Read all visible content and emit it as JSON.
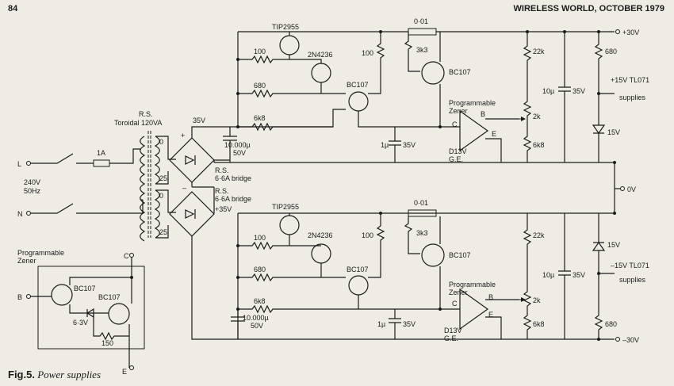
{
  "header": {
    "page_number": "84",
    "journal": "WIRELESS WORLD, OCTOBER 1979"
  },
  "caption": {
    "fig": "Fig.5.",
    "title": "Power supplies"
  },
  "mains": {
    "live": "L",
    "neutral": "N",
    "voltage": "240V",
    "freq": "50Hz",
    "fuse": "1A"
  },
  "transformer": {
    "maker": "R.S.",
    "type": "Toroidal 120VA",
    "tap0_a": "0",
    "tap25_a": "25",
    "tap0_b": "0",
    "tap25_b": "25"
  },
  "bridge_a": {
    "maker": "R.S.",
    "rating": "6·6A bridge",
    "plus": "+",
    "minus": "–"
  },
  "bridge_b": {
    "maker": "R.S.",
    "rating": "6·6A bridge",
    "plus": "+",
    "minus": "–"
  },
  "upper": {
    "dc": "35V",
    "filter_cap": "10.000µ",
    "filter_cap_v": "50V",
    "r1": "100",
    "r2": "680",
    "r3": "6k8",
    "r4": "100",
    "r5": "3k3",
    "rsense": "0·01",
    "t1": "TIP2955",
    "t2": "2N4236",
    "t3": "BC107",
    "t4": "BC107",
    "cap_small": "1µ",
    "cap_small_v": "35V",
    "zener_label1": "Programmable",
    "zener_label2": "Zener",
    "pin_b": "B",
    "pin_c": "C",
    "pin_e": "E",
    "pz_part": "D13V",
    "pz_maker": "G.E.",
    "r_top": "22k",
    "pot": "2k",
    "r_bot": "6k8",
    "out_cap": "10µ",
    "out_cap_v": "35V",
    "r_load": "680",
    "zener_v": "15V",
    "out": "+30V",
    "tl071": "+15V TL071",
    "supplies": "supplies"
  },
  "lower": {
    "dc": "+35V",
    "filter_cap": "10.000µ",
    "filter_cap_v": "50V",
    "r1": "100",
    "r2": "680",
    "r3": "6k8",
    "r4": "100",
    "r5": "3k3",
    "rsense": "0·01",
    "t1": "TIP2955",
    "t2": "2N4236",
    "t3": "BC107",
    "t4": "BC107",
    "cap_small": "1µ",
    "cap_small_v": "35V",
    "zener_label1": "Programmable",
    "zener_label2": "Zener",
    "pin_b": "B",
    "pin_c": "C",
    "pin_e": "E",
    "pz_part": "D13V",
    "pz_maker": "G.E.",
    "r_top": "22k",
    "pot": "2k",
    "r_bot": "6k8",
    "out_cap": "10µ",
    "out_cap_v": "35V",
    "r_load": "680",
    "zener_v": "15V",
    "out": "–30V",
    "tl071": "–15V TL071",
    "supplies": "supplies"
  },
  "common": {
    "zero": "0V"
  },
  "inset": {
    "title1": "Programmable",
    "title2": "Zener",
    "pin_b": "B",
    "pin_c": "C",
    "pin_e": "E",
    "t1": "BC107",
    "t2": "BC107",
    "zener": "6·3V",
    "res": "150"
  }
}
